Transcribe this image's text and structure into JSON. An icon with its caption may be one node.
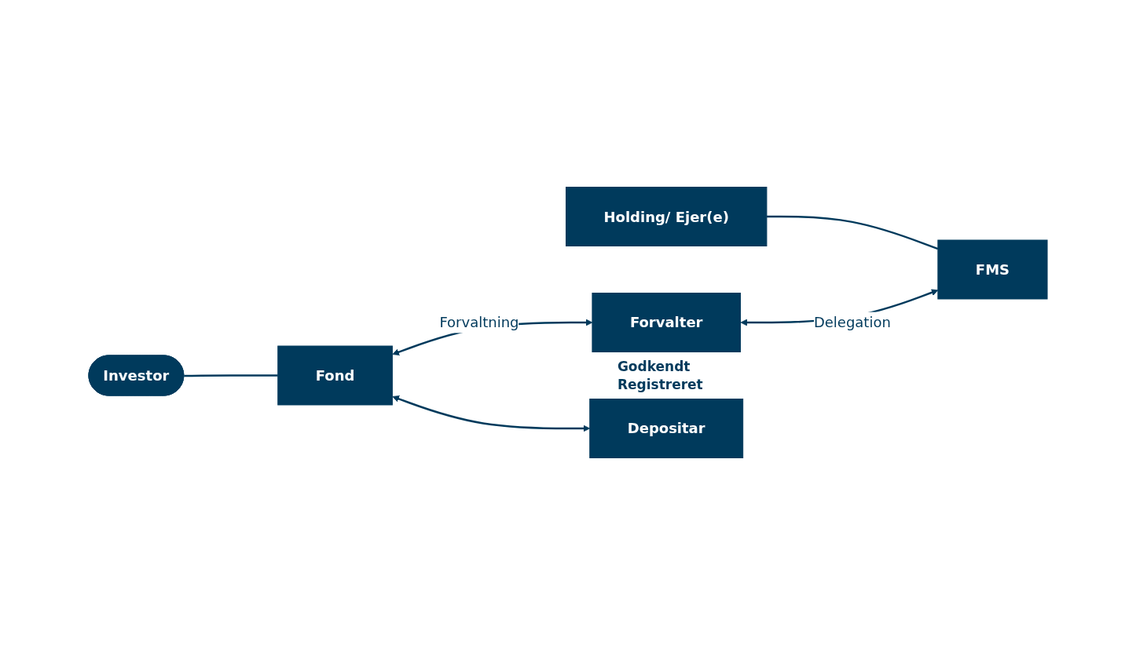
{
  "diagram": {
    "nodes": [
      {
        "text": [
          "Investor"
        ]
      },
      {
        "text": [
          "Holding/ Ejer(e)"
        ]
      },
      {
        "text": [
          "Fond"
        ]
      },
      {
        "text": [
          "Forvalter"
        ],
        "beside": [
          "Godkendt",
          "Registreret"
        ]
      },
      {
        "text": [
          "FMS"
        ]
      },
      {
        "text": [
          "Depositar"
        ]
      }
    ],
    "edges": [
      {
        "from": 0,
        "to": 2,
        "arrow": "none"
      },
      {
        "from": 1,
        "to": 4,
        "arrow": "none"
      },
      {
        "from": 2,
        "to": 3,
        "arrow": "both",
        "label": "Forvaltning"
      },
      {
        "from": 3,
        "to": 4,
        "arrow": "both",
        "label": "Delegation"
      },
      {
        "from": 2,
        "to": 5,
        "arrow": "both"
      }
    ]
  }
}
